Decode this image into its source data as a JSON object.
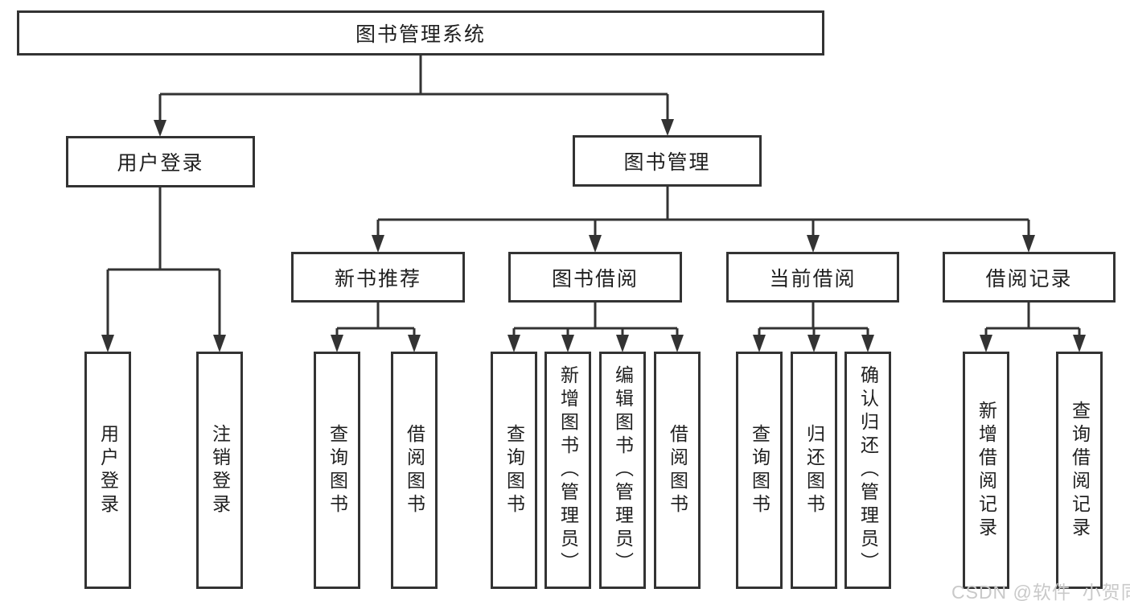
{
  "colors": {
    "line": "#333333",
    "text": "#1f1f1f",
    "watermark": "#c9c9c9"
  },
  "watermark": "CSDN @软件_小贺同学",
  "tree": {
    "label": "图书管理系统",
    "children": [
      {
        "label": "用户登录",
        "children": [
          {
            "label": "用户登录"
          },
          {
            "label": "注销登录"
          }
        ]
      },
      {
        "label": "图书管理",
        "children": [
          {
            "label": "新书推荐",
            "children": [
              {
                "label": "查询图书"
              },
              {
                "label": "借阅图书"
              }
            ]
          },
          {
            "label": "图书借阅",
            "children": [
              {
                "label": "查询图书"
              },
              {
                "label": "新增图书（管理员）"
              },
              {
                "label": "编辑图书（管理员）"
              },
              {
                "label": "借阅图书"
              }
            ]
          },
          {
            "label": "当前借阅",
            "children": [
              {
                "label": "查询图书"
              },
              {
                "label": "归还图书"
              },
              {
                "label": "确认归还（管理员）"
              }
            ]
          },
          {
            "label": "借阅记录",
            "children": [
              {
                "label": "新增借阅记录"
              },
              {
                "label": "查询借阅记录"
              }
            ]
          }
        ]
      }
    ]
  }
}
